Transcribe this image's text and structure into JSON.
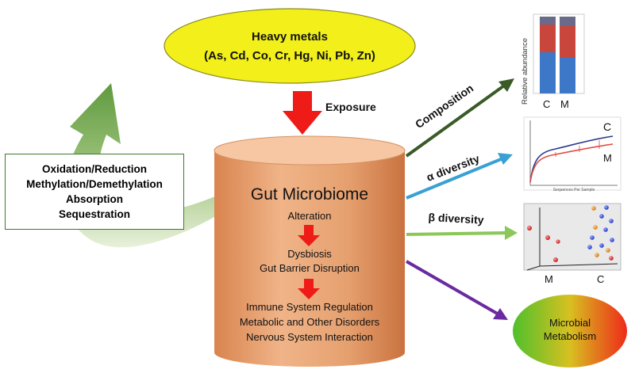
{
  "heavy_metals": {
    "title": "Heavy metals",
    "list": "(As, Cd, Co, Cr, Hg, Ni, Pb, Zn)"
  },
  "exposure_label": "Exposure",
  "processes": [
    "Oxidation/Reduction",
    "Methylation/Demethylation",
    "Absorption",
    "Sequestration"
  ],
  "microbiome": {
    "title": "Gut Microbiome",
    "step1": "Alteration",
    "step2a": "Dysbiosis",
    "step2b": "Gut Barrier Disruption",
    "step3a": "Immune System Regulation",
    "step3b": "Metabolic and Other Disorders",
    "step3c": "Nervous System Interaction"
  },
  "outputs": {
    "composition": "Composition",
    "alpha": "α diversity",
    "beta": "β diversity",
    "metabolism_line1": "Microbial",
    "metabolism_line2": "Metabolism"
  },
  "panel_composition": {
    "ylabel": "Relative abundance",
    "group_c": "C",
    "group_m": "M"
  },
  "panel_alpha": {
    "label_c": "C",
    "label_m": "M",
    "xlabel": "Sequences Per Sample"
  },
  "panel_beta": {
    "group_m": "M",
    "group_c": "C"
  },
  "colors": {
    "ellipse_fill": "#f2ef1a",
    "cylinder_top": "#f6c29a",
    "cylinder_body": "#e59a68",
    "red_arrow": "#ee1b17",
    "green_curve": "#7fae5a",
    "composition_arrow": "#3a5a27",
    "alpha_arrow": "#3aa0d3",
    "beta_arrow": "#8cc75a",
    "metabolism_arrow": "#6a2aa0"
  }
}
